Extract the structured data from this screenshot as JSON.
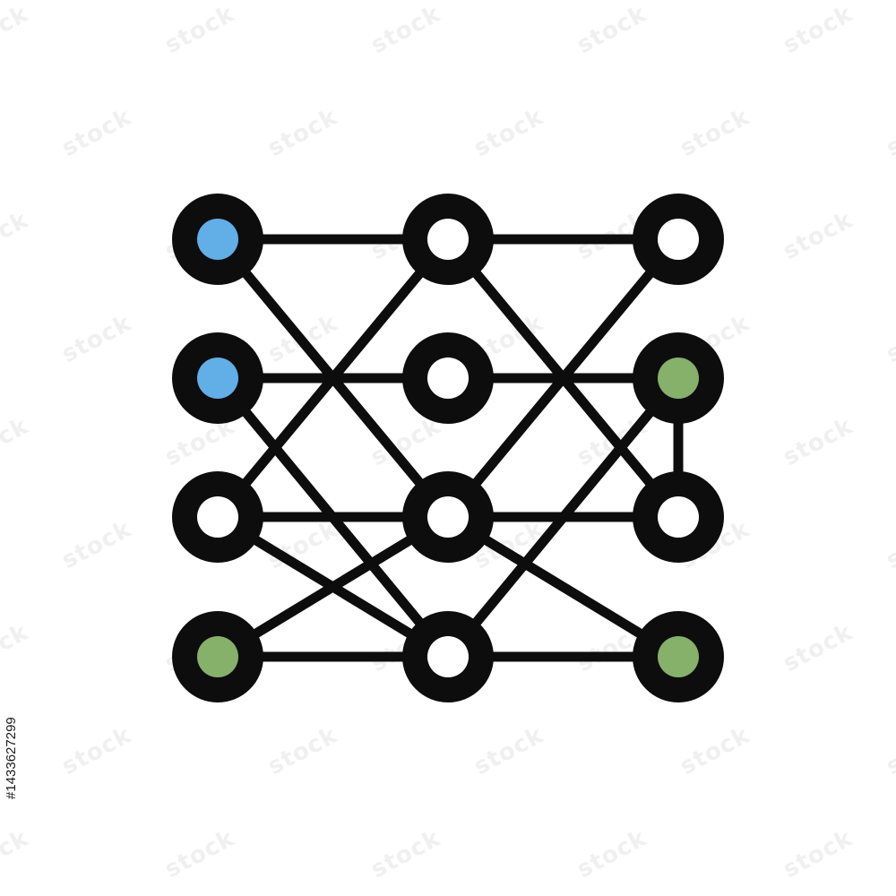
{
  "watermark": {
    "text": "stock"
  },
  "stock_id": "#1433627299",
  "colors": {
    "background": "#ffffff",
    "line": "#0d0d0d",
    "blue": "#62aee6",
    "green": "#85b16b",
    "white": "#ffffff"
  },
  "nodes": [
    {
      "id": "n00",
      "fill": "blue"
    },
    {
      "id": "n01",
      "fill": "white"
    },
    {
      "id": "n02",
      "fill": "white"
    },
    {
      "id": "n10",
      "fill": "blue"
    },
    {
      "id": "n11",
      "fill": "white"
    },
    {
      "id": "n12",
      "fill": "green"
    },
    {
      "id": "n20",
      "fill": "white"
    },
    {
      "id": "n21",
      "fill": "white"
    },
    {
      "id": "n22",
      "fill": "white"
    },
    {
      "id": "n30",
      "fill": "green"
    },
    {
      "id": "n31",
      "fill": "white"
    },
    {
      "id": "n32",
      "fill": "green"
    }
  ],
  "edges": [
    [
      "n00",
      "n01"
    ],
    [
      "n01",
      "n02"
    ],
    [
      "n10",
      "n11"
    ],
    [
      "n11",
      "n12"
    ],
    [
      "n20",
      "n21"
    ],
    [
      "n21",
      "n22"
    ],
    [
      "n30",
      "n31"
    ],
    [
      "n31",
      "n32"
    ],
    [
      "n12",
      "n22"
    ],
    [
      "n00",
      "n21"
    ],
    [
      "n01",
      "n20"
    ],
    [
      "n01",
      "n22"
    ],
    [
      "n02",
      "n21"
    ],
    [
      "n10",
      "n31"
    ],
    [
      "n20",
      "n31"
    ],
    [
      "n21",
      "n30"
    ],
    [
      "n12",
      "n31"
    ],
    [
      "n21",
      "n32"
    ]
  ]
}
